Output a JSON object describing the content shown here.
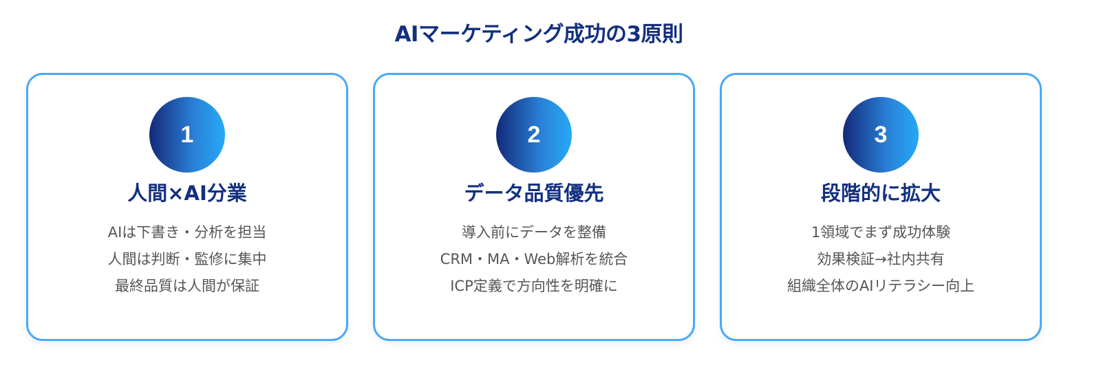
{
  "title": "AIマーケティング成功の3原則",
  "colors": {
    "title": "#13307f",
    "card_border": "#4aa8f7",
    "badge_gradient_start": "#13297a",
    "badge_gradient_end": "#26a9f7",
    "body_text": "#555555"
  },
  "cards": [
    {
      "number": "1",
      "heading": "人間×AI分業",
      "lines": [
        "AIは下書き・分析を担当",
        "人間は判断・監修に集中",
        "最終品質は人間が保証"
      ]
    },
    {
      "number": "2",
      "heading": "データ品質優先",
      "lines": [
        "導入前にデータを整備",
        "CRM・MA・Web解析を統合",
        "ICP定義で方向性を明確に"
      ]
    },
    {
      "number": "3",
      "heading": "段階的に拡大",
      "lines": [
        "1領域でまず成功体験",
        "効果検証→社内共有",
        "組織全体のAIリテラシー向上"
      ]
    }
  ]
}
